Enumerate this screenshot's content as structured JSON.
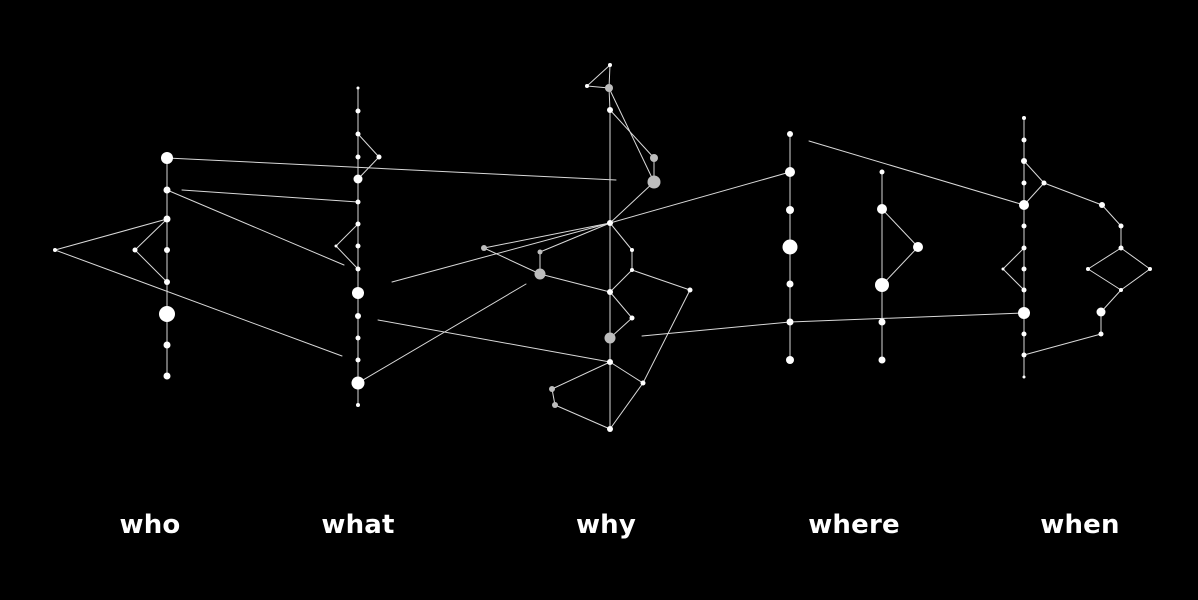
{
  "labels": {
    "who": "who",
    "what": "what",
    "why": "why",
    "where": "where",
    "when": "when"
  },
  "colors": {
    "background": "#000000",
    "node_primary": "#ffffff",
    "node_secondary": "#bdbdbd",
    "edge": "#d9d9d9",
    "label": "#ffffff"
  }
}
